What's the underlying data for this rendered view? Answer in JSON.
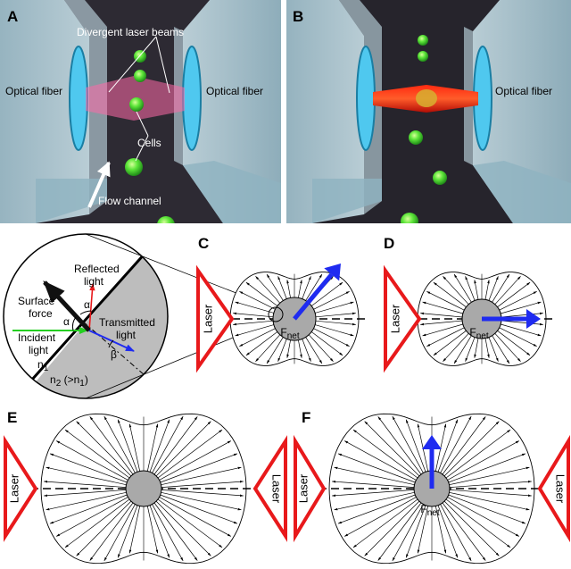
{
  "panels": {
    "a": "A",
    "b": "B",
    "c": "C",
    "d": "D",
    "e": "E",
    "f": "F"
  },
  "panel_a": {
    "left_fiber": "Optical fiber",
    "right_fiber": "Optical fiber",
    "beams": "Divergent laser beams",
    "cells": "Cells",
    "channel": "Flow channel"
  },
  "panel_b": {
    "right_fiber": "Optical fiber"
  },
  "inset": {
    "reflected": "Reflected",
    "reflected2": "light",
    "surface": "Surface",
    "surface2": "force",
    "incident": "Incident",
    "incident2": "light",
    "transmitted": "Transmitted",
    "transmitted2": "light",
    "alpha": "α",
    "beta": "β",
    "n1": "n",
    "n1_sub": "1",
    "n2": "n",
    "n2_sub": "2",
    "n2_rest": " (>n",
    "n2_rest_sub": "1",
    "n2_close": ")"
  },
  "laser_label": "Laser",
  "fnet": "F",
  "fnet_sub": "net",
  "colors": {
    "channel_bg": "#2b2830",
    "glass": "#b9dbe8",
    "fiber_face": "#4fc8ef",
    "cell": "#5ee63a",
    "laser_tri": "#e8191b",
    "force_arrow": "#1f2bf0",
    "incident": "#25cf22",
    "reflected": "#e8191b",
    "transmitted": "#1f2bf0"
  }
}
